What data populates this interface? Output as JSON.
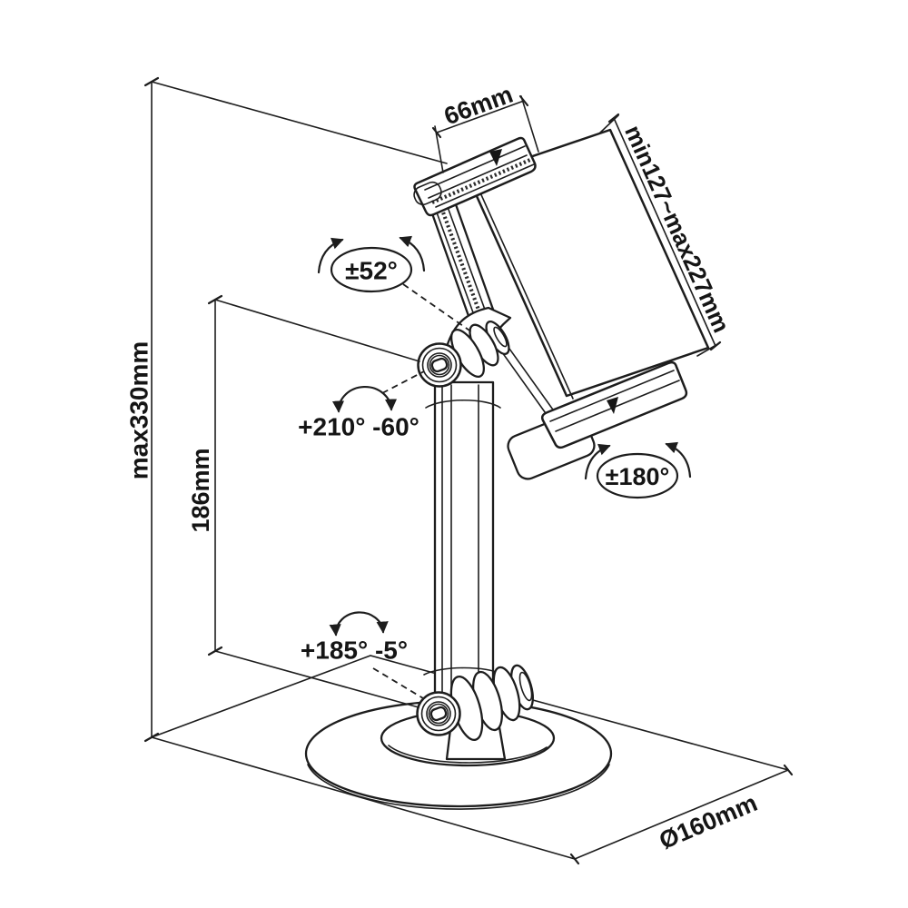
{
  "diagram": {
    "type": "technical-dimension-drawing",
    "subject": "universal tablet desk stand with articulating arm",
    "background_color": "#ffffff",
    "line_color": "#1d1d1d",
    "text_color": "#151515",
    "labels": {
      "clamp_width": "66mm",
      "holder_height_range": "min127~max227mm",
      "overall_height": "max330mm",
      "pole_height": "186mm",
      "base_diameter": "Ø160mm",
      "holder_tilt_range": "±52°",
      "upper_joint_range": "+210° -60°",
      "holder_rotation_range": "±180°",
      "lower_joint_range": "+185° -5°"
    }
  }
}
